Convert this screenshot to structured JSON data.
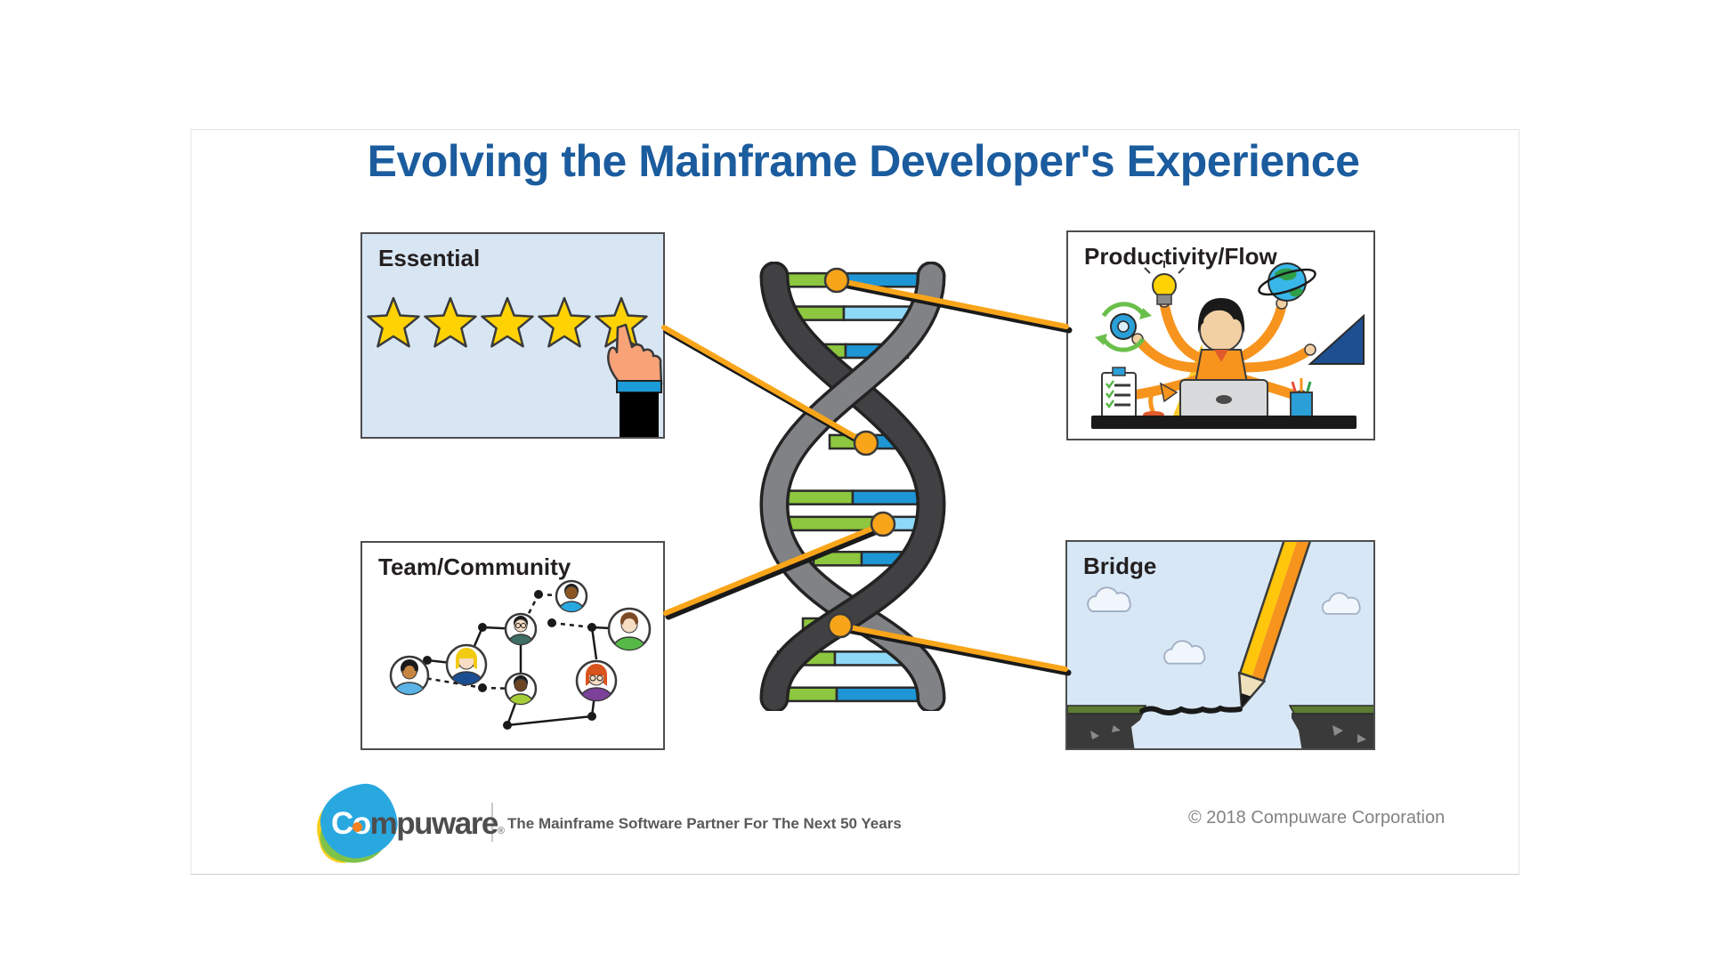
{
  "slide": {
    "title": "Evolving the Mainframe Developer's Experience",
    "boxes": {
      "essential": {
        "label": "Essential",
        "rating": 5,
        "rating_max": 5
      },
      "productivity": {
        "label": "Productivity/Flow"
      },
      "team": {
        "label": "Team/Community"
      },
      "bridge": {
        "label": "Bridge"
      }
    },
    "footer": {
      "logo_text_highlight": "Co",
      "logo_text_rest": "mpuware",
      "logo_mark": "®",
      "tagline": "The Mainframe Software Partner For The Next 50 Years",
      "copyright": "© 2018 Compuware Corporation"
    },
    "icons": {
      "star": "★",
      "pointing_hand": "☝",
      "dna_helix": "DNA double helix",
      "globe": "🌍",
      "lightbulb": "💡",
      "pencil": "✏"
    },
    "colors": {
      "title_blue": "#1b5c9e",
      "connector_orange": "#f9a51a",
      "helix_dark_strand": "#414042",
      "helix_gray_strand": "#808285",
      "rung_green": "#8dc63f",
      "rung_blue_dark": "#1e95d4",
      "rung_blue_light": "#8ed8f8",
      "panel_blue_bg": "#d8e6f4",
      "star_yellow": "#ffd204",
      "logo_blue": "#29a8e0",
      "logo_green": "#7ec24a",
      "logo_yellow": "#f8ce1c",
      "logo_orange": "#f58220",
      "text_gray": "#58595b"
    }
  }
}
